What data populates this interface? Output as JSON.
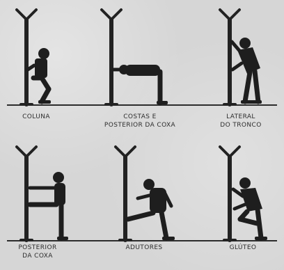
{
  "captions": {
    "coluna": [
      "COLUNA"
    ],
    "costas": [
      "COSTAS E",
      "POSTERIOR DA COXA"
    ],
    "lateral": [
      "LATERAL",
      "DO TRONCO"
    ],
    "posterior": [
      "POSTERIOR",
      "DA COXA"
    ],
    "adutores": [
      "ADUTORES"
    ],
    "gluteo": [
      "GLÚTEO"
    ]
  }
}
